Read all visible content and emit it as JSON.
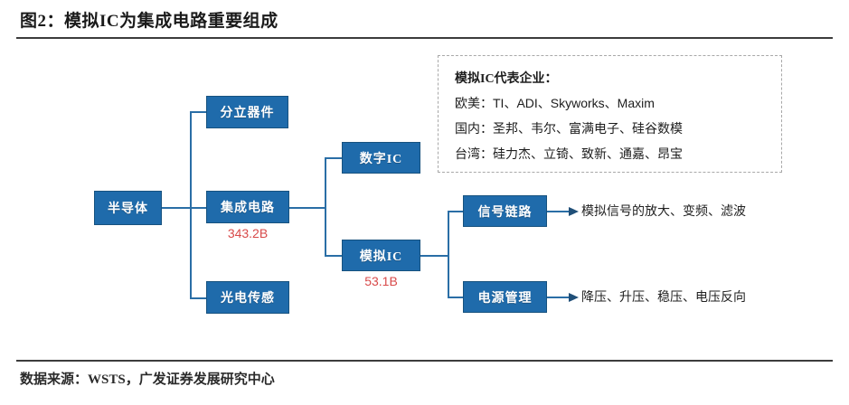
{
  "header": {
    "title": "图2：模拟IC为集成电路重要组成"
  },
  "footer": {
    "source": "数据来源：WSTS，广发证券发展研究中心"
  },
  "diagram": {
    "nodes": {
      "semiconductor": "半导体",
      "discrete": "分立器件",
      "integrated_circuit": "集成电路",
      "optoelectronic_sensor": "光电传感",
      "digital_ic": "数字IC",
      "analog_ic": "模拟IC",
      "signal_chain": "信号链路",
      "power_management": "电源管理"
    },
    "values": {
      "integrated_circuit": "343.2B",
      "analog_ic": "53.1B"
    },
    "annotations": {
      "signal_chain": "模拟信号的放大、变频、滤波",
      "power_management": "降压、升压、稳压、电压反向"
    }
  },
  "legend": {
    "heading": "模拟IC代表企业：",
    "rows": [
      {
        "region": "欧美：",
        "companies": "TI、ADI、Skyworks、Maxim"
      },
      {
        "region": "国内：",
        "companies": "圣邦、韦尔、富满电子、硅谷数模"
      },
      {
        "region": "台湾：",
        "companies": "硅力杰、立锜、致新、通嘉、昂宝"
      }
    ]
  },
  "colors": {
    "node_fill": "#1f6bab",
    "node_border": "#17527f",
    "connector": "#2a6ea6",
    "value_text": "#d84a4a",
    "rule": "#3c3c3c"
  }
}
